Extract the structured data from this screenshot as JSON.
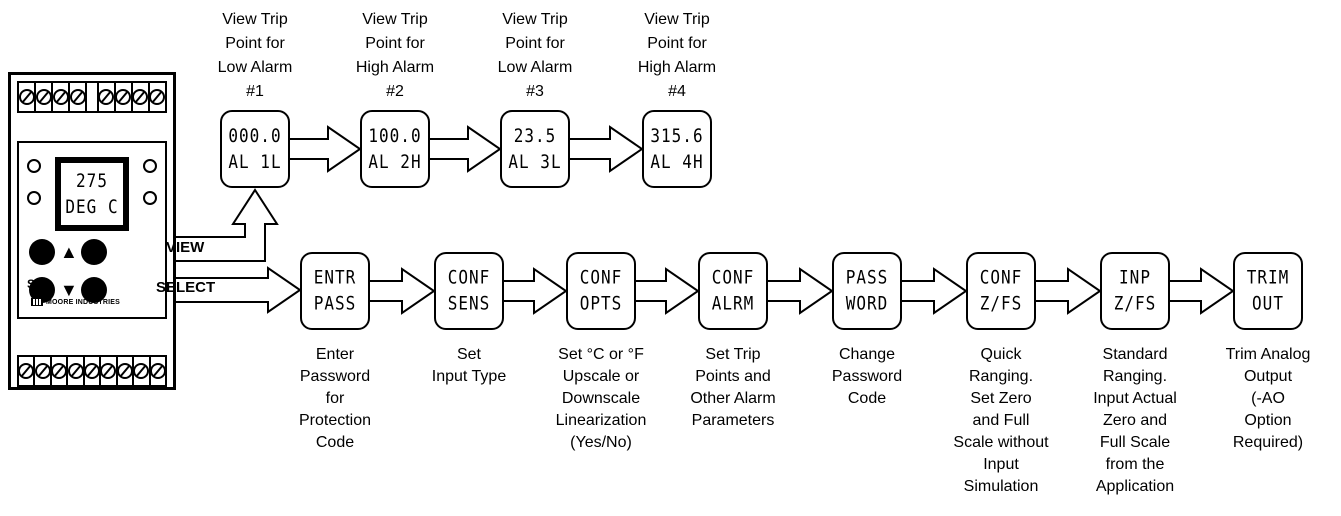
{
  "device": {
    "display": [
      "275",
      "DEG C"
    ],
    "model": "SPA",
    "brand": "MOORE INDUSTRIES",
    "view_label": "VIEW",
    "select_label": "SELECT"
  },
  "view_row": [
    {
      "display": [
        "000.0",
        "AL 1L"
      ],
      "caption": [
        "View Trip",
        "Point for",
        "Low Alarm",
        "#1"
      ]
    },
    {
      "display": [
        "100.0",
        "AL 2H"
      ],
      "caption": [
        "View Trip",
        "Point for",
        "High Alarm",
        "#2"
      ]
    },
    {
      "display": [
        "23.5",
        "AL 3L"
      ],
      "caption": [
        "View Trip",
        "Point for",
        "Low Alarm",
        "#3"
      ]
    },
    {
      "display": [
        "315.6",
        "AL 4H"
      ],
      "caption": [
        "View Trip",
        "Point for",
        "High Alarm",
        "#4"
      ]
    }
  ],
  "select_row": [
    {
      "display": [
        "ENTR",
        "PASS"
      ],
      "caption": [
        "Enter",
        "Password",
        "for",
        "Protection",
        "Code"
      ]
    },
    {
      "display": [
        "CONF",
        "SENS"
      ],
      "caption": [
        "Set",
        "Input Type"
      ]
    },
    {
      "display": [
        "CONF",
        "OPTS"
      ],
      "caption": [
        "Set °C or °F",
        "Upscale or",
        "Downscale",
        "Linearization",
        "(Yes/No)"
      ]
    },
    {
      "display": [
        "CONF",
        "ALRM"
      ],
      "caption": [
        "Set Trip",
        "Points and",
        "Other Alarm",
        "Parameters"
      ]
    },
    {
      "display": [
        "PASS",
        "WORD"
      ],
      "caption": [
        "Change",
        "Password",
        "Code"
      ]
    },
    {
      "display": [
        "CONF",
        "Z/FS"
      ],
      "caption": [
        "Quick",
        "Ranging.",
        "Set Zero",
        "and Full",
        "Scale without",
        "Input",
        "Simulation"
      ]
    },
    {
      "display": [
        "INP",
        "Z/FS"
      ],
      "caption": [
        "Standard",
        "Ranging.",
        "Input Actual",
        "Zero and",
        "Full Scale",
        "from the",
        "Application"
      ]
    },
    {
      "display": [
        "TRIM",
        "OUT"
      ],
      "caption": [
        "Trim Analog",
        "Output",
        "(-AO",
        "Option",
        "Required)"
      ]
    }
  ]
}
